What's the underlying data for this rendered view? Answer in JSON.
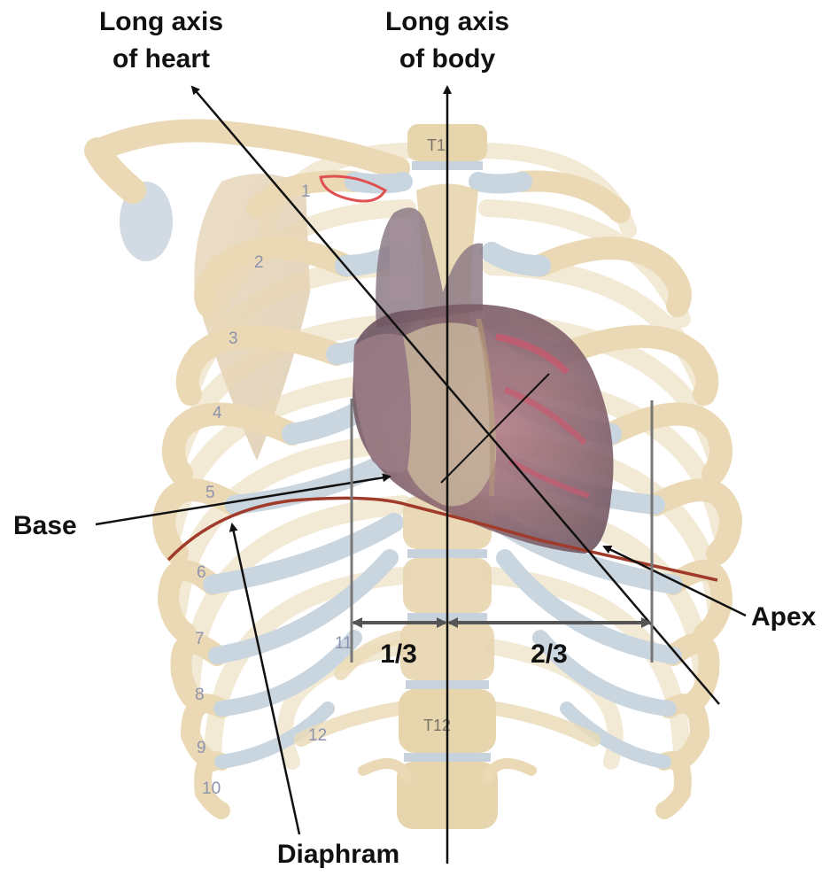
{
  "labels": {
    "heart_axis": [
      "Long axis",
      "of heart"
    ],
    "body_axis": [
      "Long axis",
      "of body"
    ],
    "base": "Base",
    "apex": "Apex",
    "diaphragm": "Diaphram",
    "one_third": "1/3",
    "two_thirds": "2/3"
  },
  "rib_numbers_right_side": [
    "1",
    "2",
    "3",
    "4",
    "5",
    "6",
    "7",
    "8",
    "9",
    "10",
    "11",
    "12"
  ],
  "vertebra_labels": [
    "T1",
    "T12"
  ],
  "colors": {
    "bone": "#ead9b4",
    "cartilage": "#c9d6e0",
    "heart": "#8c6f78",
    "heart_highlight": "#c85a6e",
    "diaphragm_line": "#a03a2a",
    "annotation": "#111111",
    "guide_line": "#777777"
  }
}
